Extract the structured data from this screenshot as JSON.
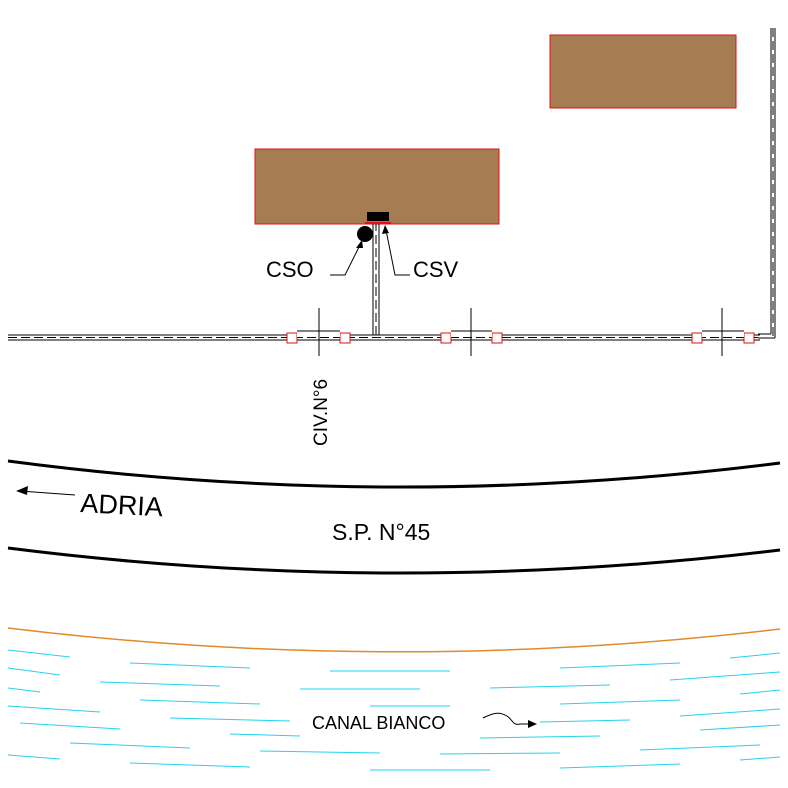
{
  "labels": {
    "cso": "CSO",
    "csv": "CSV",
    "civic_number": "CIV.N°6",
    "direction": "ADRIA",
    "road": "S.P. N°45",
    "canal": "CANAL BIANCO"
  },
  "colors": {
    "building_fill": "#a67c52",
    "building_border": "#e01010",
    "fence": "#000000",
    "road_edge": "#000000",
    "canal_bank": "#e08a2a",
    "water_lines": "#22d3ee",
    "meter_box": "#e01010"
  },
  "icons": {
    "cso_marker": "filled-circle",
    "csv_marker": "filled-rectangle",
    "gate_marker": "crosshair",
    "direction_arrow": "arrow-left",
    "canal_pointer": "squiggle-arrow-right"
  }
}
